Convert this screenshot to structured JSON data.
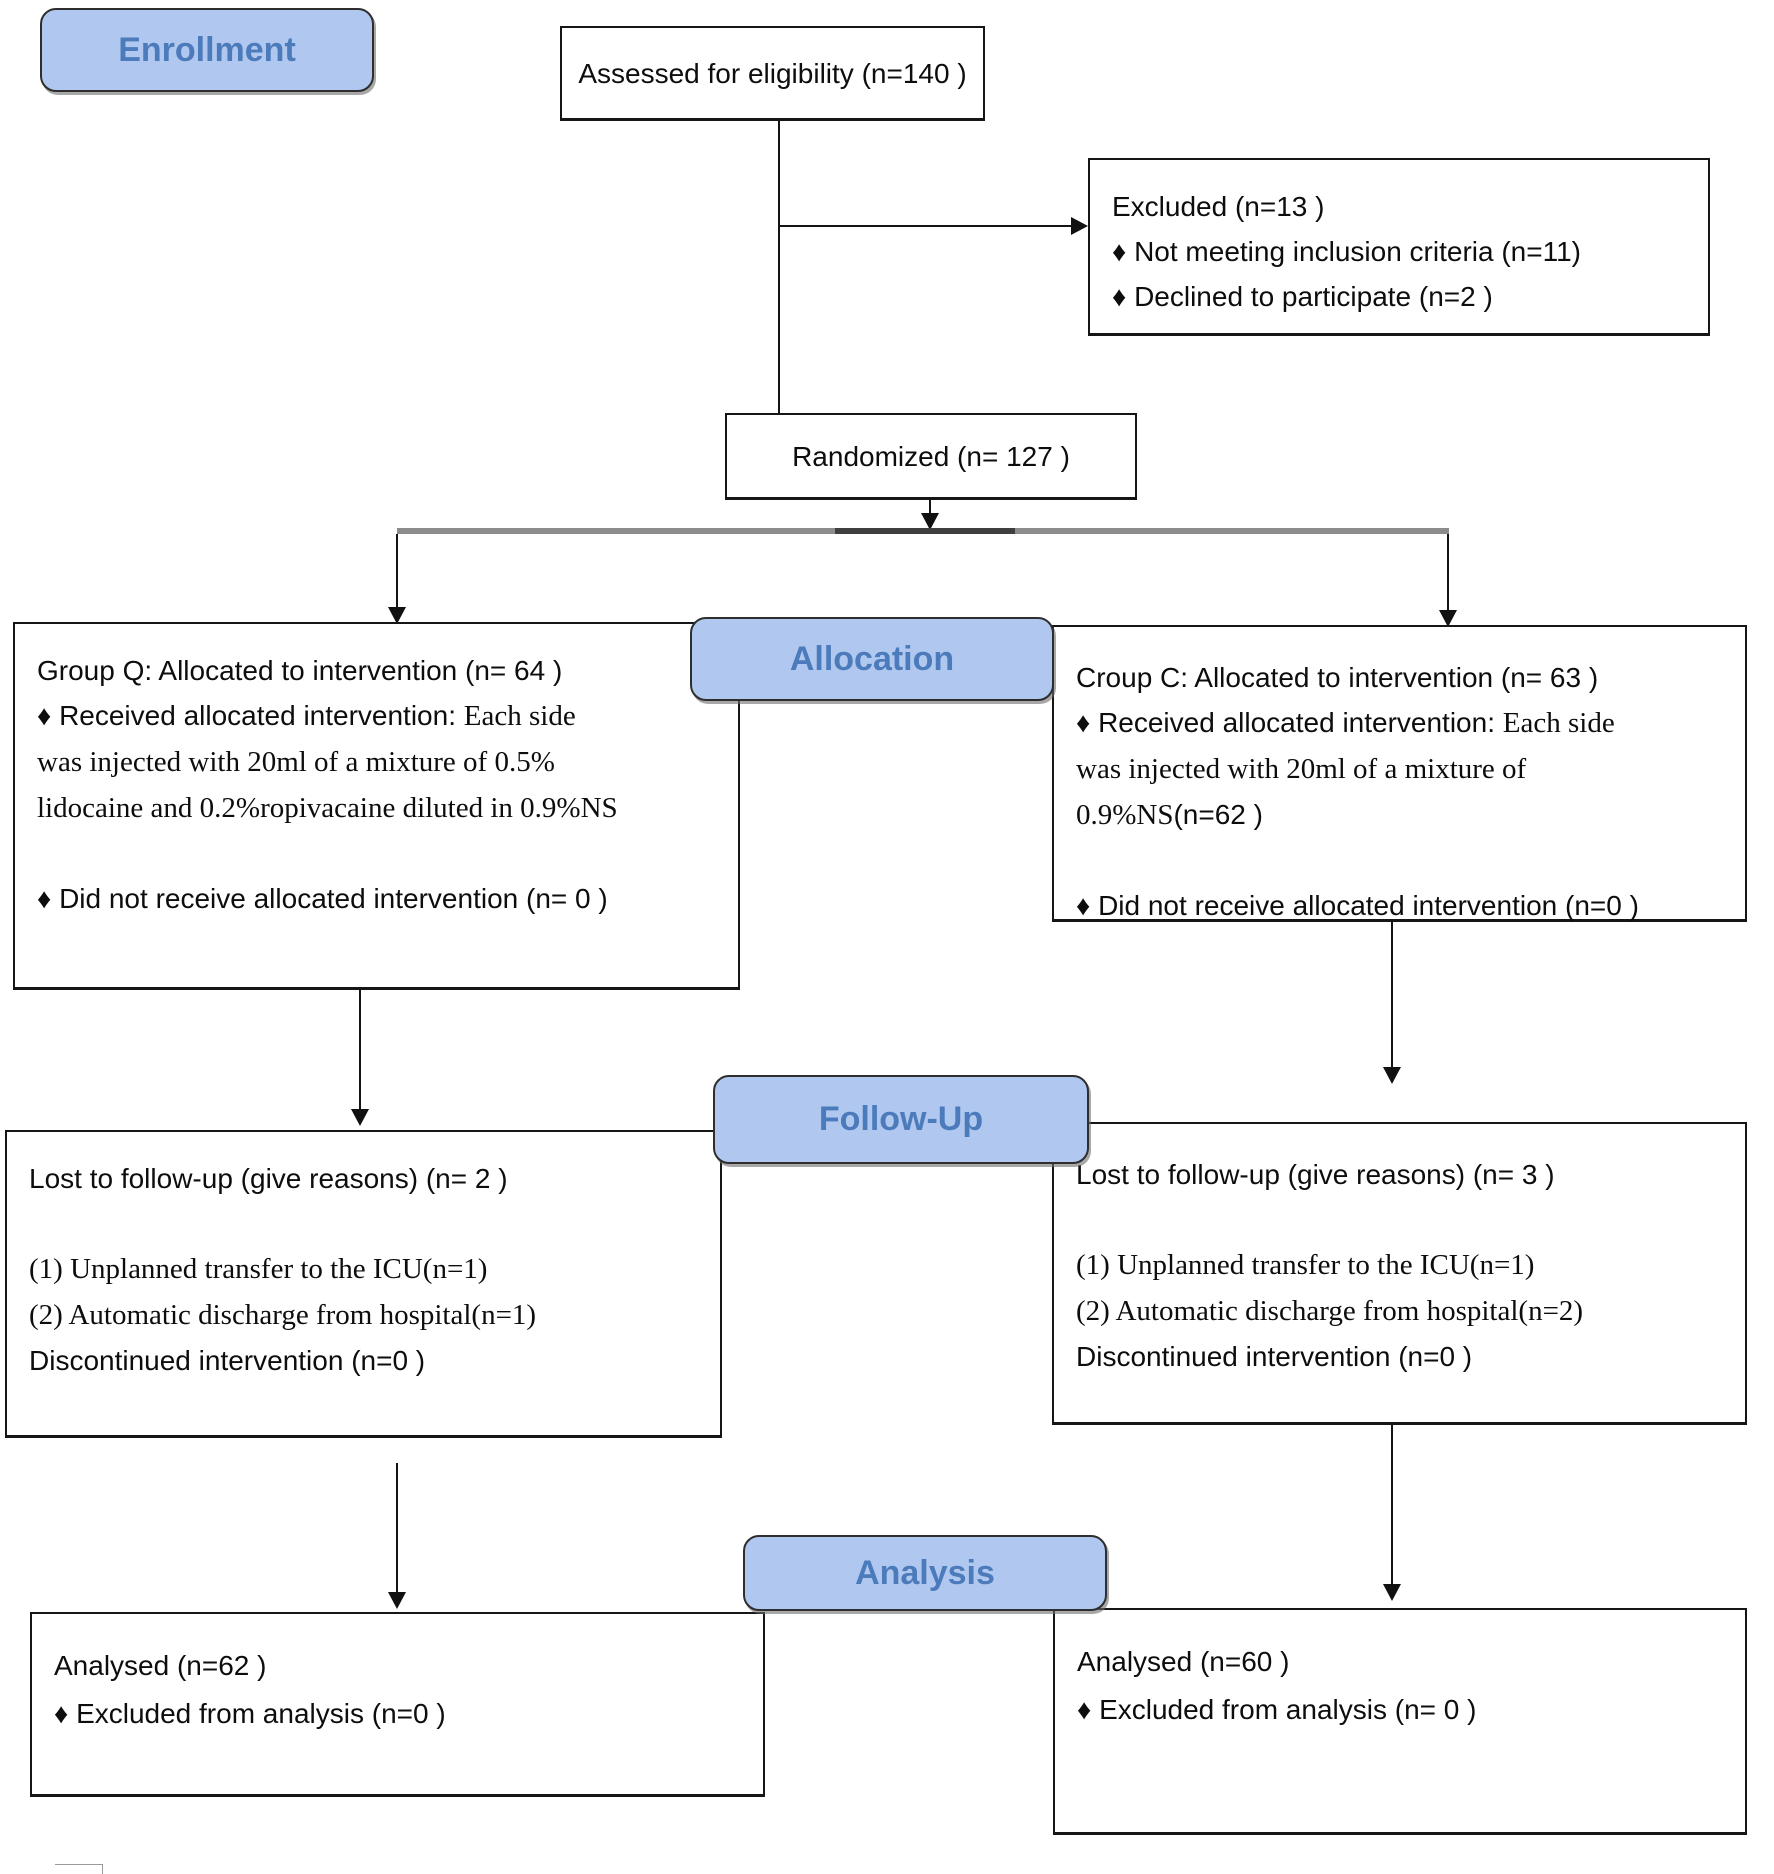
{
  "stage_labels": {
    "enrollment": "Enrollment",
    "allocation": "Allocation",
    "followup": "Follow-Up",
    "analysis": "Analysis"
  },
  "boxes": {
    "assessed": [
      [
        {
          "t": "Assessed for eligibility (n=140 )"
        }
      ]
    ],
    "excluded": [
      [
        {
          "t": "Excluded  (n=13 )"
        }
      ],
      [
        {
          "t": "♦ Not meeting inclusion criteria (n=11)"
        }
      ],
      [
        {
          "t": "♦ Declined to participate (n=2 )"
        }
      ]
    ],
    "randomized": [
      [
        {
          "t": "Randomized (n= 127 )"
        }
      ]
    ],
    "allocation_left": [
      [
        {
          "t": "Group Q: Allocated to intervention (n= 64 )"
        }
      ],
      [
        {
          "t": "♦ Received allocated intervention: "
        },
        {
          "t": "Each side",
          "serif": true
        }
      ],
      [
        {
          "t": "was injected with 20ml of a mixture of 0.5%",
          "serif": true
        }
      ],
      [
        {
          "t": "lidocaine and 0.2%ropivacaine diluted in 0.9%NS",
          "serif": true
        }
      ],
      [],
      [
        {
          "t": "♦ Did not receive allocated intervention (n= 0 )"
        }
      ]
    ],
    "allocation_right": [
      [
        {
          "t": "Croup C: Allocated to intervention (n= 63 )"
        }
      ],
      [
        {
          "t": "♦ Received allocated intervention: "
        },
        {
          "t": "Each side",
          "serif": true
        }
      ],
      [
        {
          "t": "was injected with 20ml of a mixture of",
          "serif": true
        }
      ],
      [
        {
          "t": "0.9%NS",
          "serif": true
        },
        {
          "t": "(n=62  )"
        }
      ],
      [],
      [
        {
          "t": "♦ Did not receive  allocated intervention (n=0  )"
        }
      ]
    ],
    "followup_left": [
      [
        {
          "t": "Lost to follow-up (give reasons) (n= 2 )"
        }
      ],
      [],
      [
        {
          "t": "(1)  Unplanned transfer to the ICU(n=1)",
          "serif": true
        }
      ],
      [
        {
          "t": "(2)  Automatic discharge from hospital(n=1)",
          "serif": true
        }
      ],
      [
        {
          "t": "Discontinued intervention (n=0  )"
        }
      ]
    ],
    "followup_right": [
      [
        {
          "t": "Lost to follow-up (give reasons) (n= 3 )"
        }
      ],
      [],
      [
        {
          "t": "(1)  Unplanned transfer to the ICU(n=1)",
          "serif": true
        }
      ],
      [
        {
          "t": "(2)  Automatic discharge from hospital(n=2)",
          "serif": true
        }
      ],
      [
        {
          "t": "Discontinued intervention (n=0  )"
        }
      ]
    ],
    "analysis_left": [
      [
        {
          "t": "Analysed  (n=62  )"
        }
      ],
      [
        {
          "t": "♦ Excluded from analysis (n=0  )"
        }
      ]
    ],
    "analysis_right": [
      [
        {
          "t": "Analysed  (n=60  )"
        }
      ],
      [
        {
          "t": "♦ Excluded from analysis  (n= 0 )"
        }
      ]
    ]
  },
  "colors": {
    "stage_fill": "#b0c7ef",
    "stage_text": "#4c7bbb",
    "box_border": "#161616",
    "connector": "#141414",
    "split_bar": "#8c8c8c"
  }
}
